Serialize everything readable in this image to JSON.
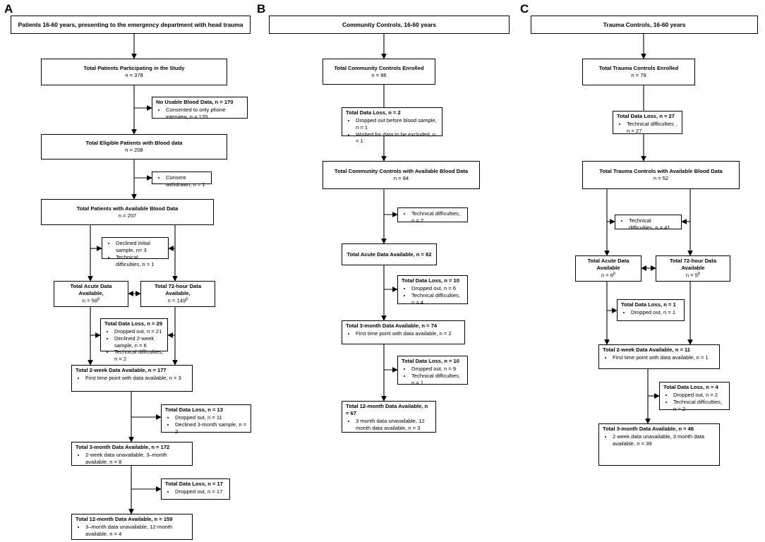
{
  "panels": [
    {
      "id": "A",
      "letter": "A",
      "boxes": [
        {
          "id": "a_hdr",
          "title": "Patients 16-60 years, presenting to the emergency department with head trauma"
        },
        {
          "id": "a_total",
          "title": "Total Patients Participating in the Study",
          "line": "n = 378"
        },
        {
          "id": "a_nousable",
          "title": "No Usable Blood Data, n = 170",
          "items": [
            "Consented to only phone interview, n = 170"
          ]
        },
        {
          "id": "a_eligible",
          "title": "Total Eligible Patients with Blood data",
          "line": "n = 208"
        },
        {
          "id": "a_consent",
          "items": [
            "Consent withdrawn, n = 1"
          ]
        },
        {
          "id": "a_available",
          "title": "Total Patients with Available Blood Data",
          "line": "n = 207"
        },
        {
          "id": "a_declined",
          "items": [
            "Declined initial sample, n= 3",
            "Technical difficulties, n = 1"
          ]
        },
        {
          "id": "a_acute",
          "title": "Total Acute Data Available,",
          "line": "n = 58",
          "sup": "β"
        },
        {
          "id": "a_72h",
          "title": "Total 72-hour Data Available,",
          "line": "n = 149",
          "sup": "β"
        },
        {
          "id": "a_loss29",
          "title": "Total Data Loss, n = 29",
          "items": [
            "Dropped out, n = 21",
            "Declined 2-week sample, n = 6",
            "Technical difficulties, n = 2"
          ]
        },
        {
          "id": "a_2week",
          "title": "Total 2-week Data Available, n = 177",
          "items": [
            "First time point with data available, n = 3"
          ]
        },
        {
          "id": "a_loss13",
          "title": "Total Data Loss, n = 13",
          "items": [
            "Dropped out, n = 11",
            "Declined 3-month sample, n = 2"
          ]
        },
        {
          "id": "a_3month",
          "title": "Total 3-month Data Available, n = 172",
          "items": [
            "2-week data unavailable, 3–month available, n = 8"
          ]
        },
        {
          "id": "a_loss17",
          "title": "Total Data Loss, n = 17",
          "items": [
            "Dropped out, n = 17"
          ]
        },
        {
          "id": "a_12month",
          "title": "Total 12-month Data Available, n = 159",
          "items": [
            "3–month data unavailable, 12-month available, n = 4"
          ]
        }
      ]
    },
    {
      "id": "B",
      "letter": "B",
      "boxes": [
        {
          "id": "b_hdr",
          "title": "Community Controls, 16-60 years"
        },
        {
          "id": "b_enrolled",
          "title": "Total Community Controls Enrolled",
          "line": "n = 86"
        },
        {
          "id": "b_loss2",
          "title": "Total Data Loss, n = 2",
          "items": [
            "Dropped out before blood sample, n = 1",
            "Wished for data to be excluded, n = 1"
          ]
        },
        {
          "id": "b_available",
          "title": "Total Community Controls with Available Blood Data",
          "line": "n = 84"
        },
        {
          "id": "b_tech2",
          "items": [
            "Technical difficulties, n = 2"
          ]
        },
        {
          "id": "b_acute",
          "title": "Total Acute Data Available, n = 82"
        },
        {
          "id": "b_loss10a",
          "title": "Total Data Loss, n = 10",
          "items": [
            "Dropped out, n = 6",
            "Technical difficulties, n = 4"
          ]
        },
        {
          "id": "b_3month",
          "title": "Total 3-month Data Available, n = 74",
          "items": [
            "First time point with data available, n = 2"
          ]
        },
        {
          "id": "b_loss10b",
          "title": "Total Data Loss, n = 10",
          "items": [
            "Dropped out, n = 9",
            "Technical difficulties, n = 1"
          ]
        },
        {
          "id": "b_12month",
          "title": "Total 12-month Data Available, n = 67",
          "items": [
            "3 month data unavailable, 12 month data available, n = 3"
          ]
        }
      ]
    },
    {
      "id": "C",
      "letter": "C",
      "boxes": [
        {
          "id": "c_hdr",
          "title": "Trauma Controls, 16-60 years"
        },
        {
          "id": "c_enrolled",
          "title": "Total Trauma Controls Enrolled",
          "line": "n = 79"
        },
        {
          "id": "c_loss27",
          "title": "Total Data Loss, n = 27",
          "items": [
            "Technical difficulties , n = 27"
          ]
        },
        {
          "id": "c_available",
          "title": "Total Trauma Controls with Available Blood Data",
          "line": "n = 52"
        },
        {
          "id": "c_tech41",
          "items": [
            "Technical difficulties, n = 41"
          ]
        },
        {
          "id": "c_acute",
          "title": "Total Acute Data Available",
          "line": "n = 6",
          "sup": "β"
        },
        {
          "id": "c_72h",
          "title": "Total 72-hour Data Available",
          "line": "n = 5",
          "sup": "β"
        },
        {
          "id": "c_loss1",
          "title": "Total Data Loss, n = 1",
          "items": [
            "Dropped out, n = 1"
          ]
        },
        {
          "id": "c_2week",
          "title": "Total 2-week Data Available, n = 11",
          "items": [
            "First time point with data available, n = 1"
          ]
        },
        {
          "id": "c_loss4",
          "title": "Total Data Loss, n = 4",
          "items": [
            "Dropped out, n = 2",
            "Technical difficulties, n = 2"
          ]
        },
        {
          "id": "c_3month",
          "title": "Total 3-month Data Available, n = 46",
          "items": [
            "2 week data unavailable, 3 month data available, n = 39"
          ]
        }
      ]
    }
  ]
}
